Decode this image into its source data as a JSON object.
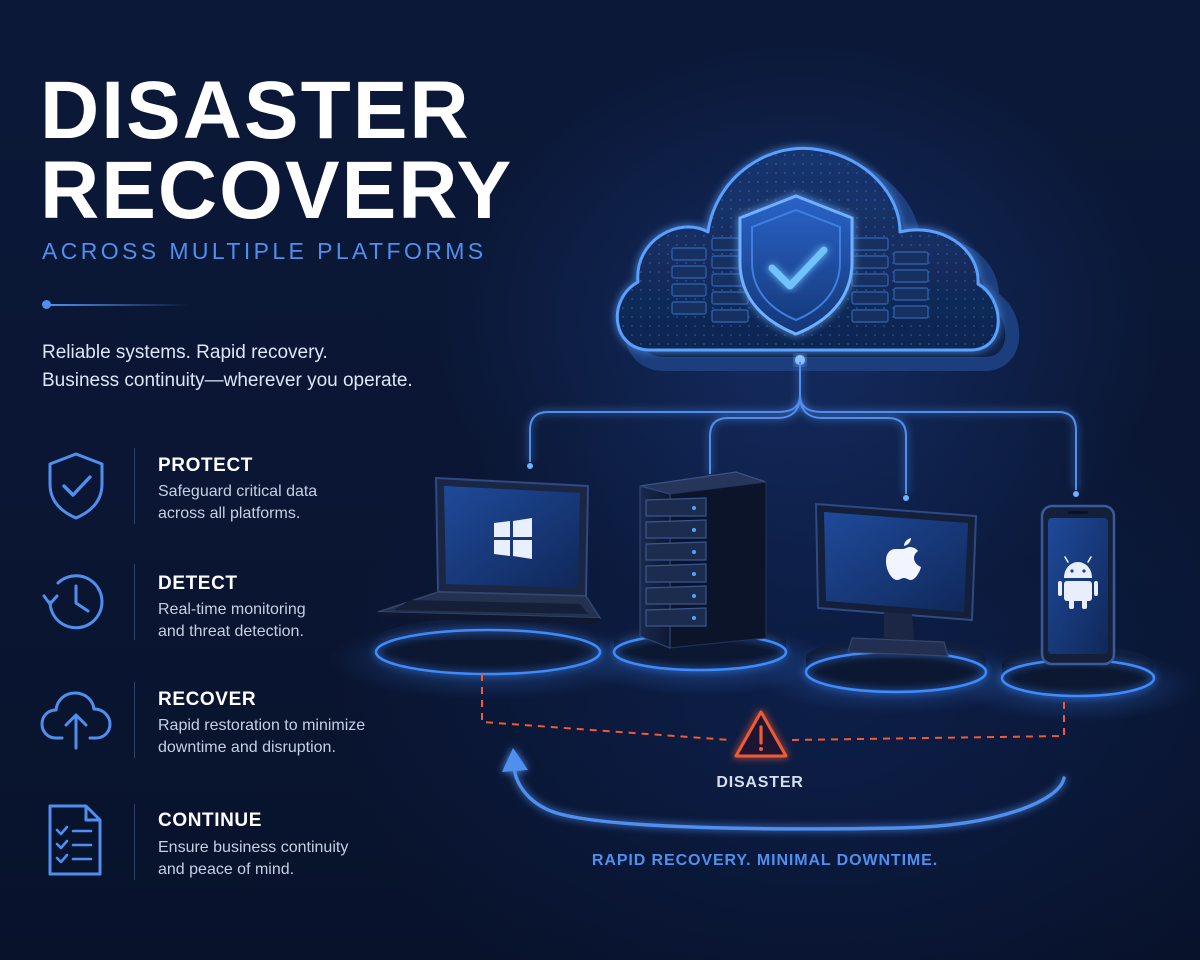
{
  "header": {
    "title_line1": "DISASTER",
    "title_line2": "RECOVERY",
    "subtitle": "ACROSS MULTIPLE PLATFORMS"
  },
  "tagline": {
    "line1": "Reliable systems. Rapid recovery.",
    "line2": "Business continuity—wherever you operate."
  },
  "features": [
    {
      "icon": "shield-check-icon",
      "title": "PROTECT",
      "desc_line1": "Safeguard critical data",
      "desc_line2": "across all platforms."
    },
    {
      "icon": "clock-history-icon",
      "title": "DETECT",
      "desc_line1": "Real-time monitoring",
      "desc_line2": "and threat detection."
    },
    {
      "icon": "cloud-upload-icon",
      "title": "RECOVER",
      "desc_line1": "Rapid restoration to minimize",
      "desc_line2": "downtime and disruption."
    },
    {
      "icon": "checklist-icon",
      "title": "CONTINUE",
      "desc_line1": "Ensure business continuity",
      "desc_line2": "and peace of mind."
    }
  ],
  "diagram": {
    "cloud_icon": "cloud-shield-check-icon",
    "platforms": [
      {
        "name": "windows-laptop",
        "icon": "windows-logo-icon"
      },
      {
        "name": "server-tower",
        "icon": "server-icon"
      },
      {
        "name": "mac-monitor",
        "icon": "apple-logo-icon"
      },
      {
        "name": "android-phone",
        "icon": "android-logo-icon"
      }
    ],
    "disaster_icon": "warning-triangle-icon",
    "disaster_label": "DISASTER",
    "recovery_caption": "RAPID RECOVERY. MINIMAL DOWNTIME."
  },
  "colors": {
    "background": "#0a1632",
    "accent_blue": "#4f8ff0",
    "glow_blue": "#3d8bff",
    "disaster_orange": "#f05a35",
    "text_white": "#ffffff"
  }
}
